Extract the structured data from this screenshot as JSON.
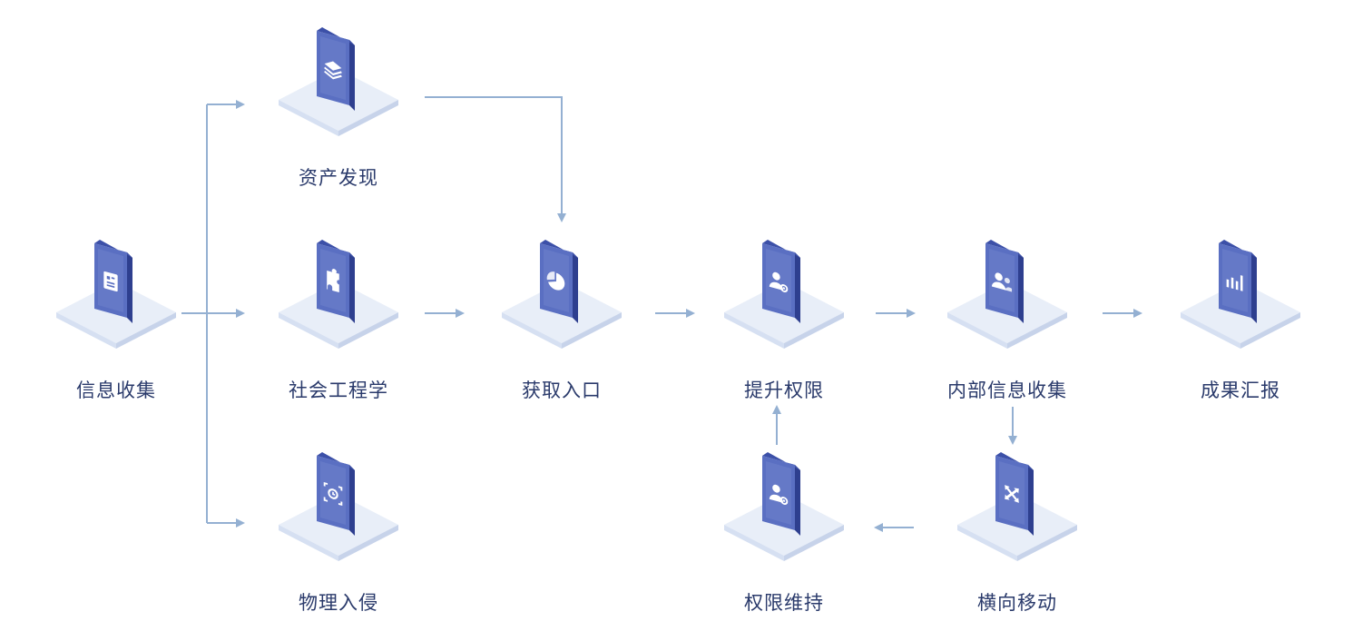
{
  "nodes": {
    "info_collect": {
      "label": "信息收集",
      "icon": "id-card-icon"
    },
    "asset_discovery": {
      "label": "资产发现",
      "icon": "layers-stack-icon"
    },
    "social_engineering": {
      "label": "社会工程学",
      "icon": "puzzle-piece-icon"
    },
    "physical_intrusion": {
      "label": "物理入侵",
      "icon": "focus-frame-icon"
    },
    "gain_access": {
      "label": "获取入口",
      "icon": "pie-chart-icon"
    },
    "privilege_escalation": {
      "label": "提升权限",
      "icon": "user-gear-icon"
    },
    "internal_info_collect": {
      "label": "内部信息收集",
      "icon": "user-group-icon"
    },
    "result_report": {
      "label": "成果汇报",
      "icon": "bar-chart-icon"
    },
    "lateral_movement": {
      "label": "横向移动",
      "icon": "move-arrows-icon"
    },
    "persistence": {
      "label": "权限维持",
      "icon": "user-gear-icon"
    }
  },
  "colors": {
    "connector": "#94b0d2",
    "label": "#2a3a6b",
    "card_front": "#5a6fc2",
    "card_side": "#2e3f8f",
    "card_top": "#3c50a8",
    "platform_top": "#e8eef8",
    "platform_side": "#c7d3ea"
  }
}
